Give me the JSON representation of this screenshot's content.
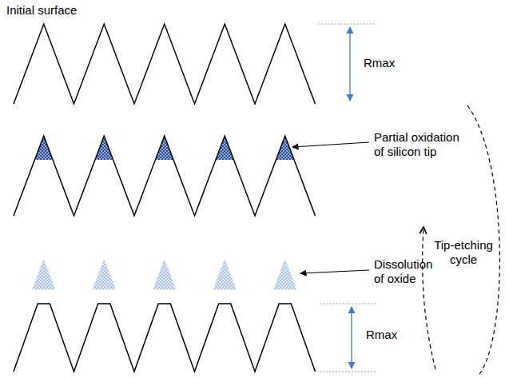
{
  "diagram": {
    "labels": [
      "Initial surface",
      "Rmax",
      "Partial oxidation of silicon tip",
      "Dissolution of oxide",
      "Tip-etching cycle",
      "Rmax"
    ]
  }
}
